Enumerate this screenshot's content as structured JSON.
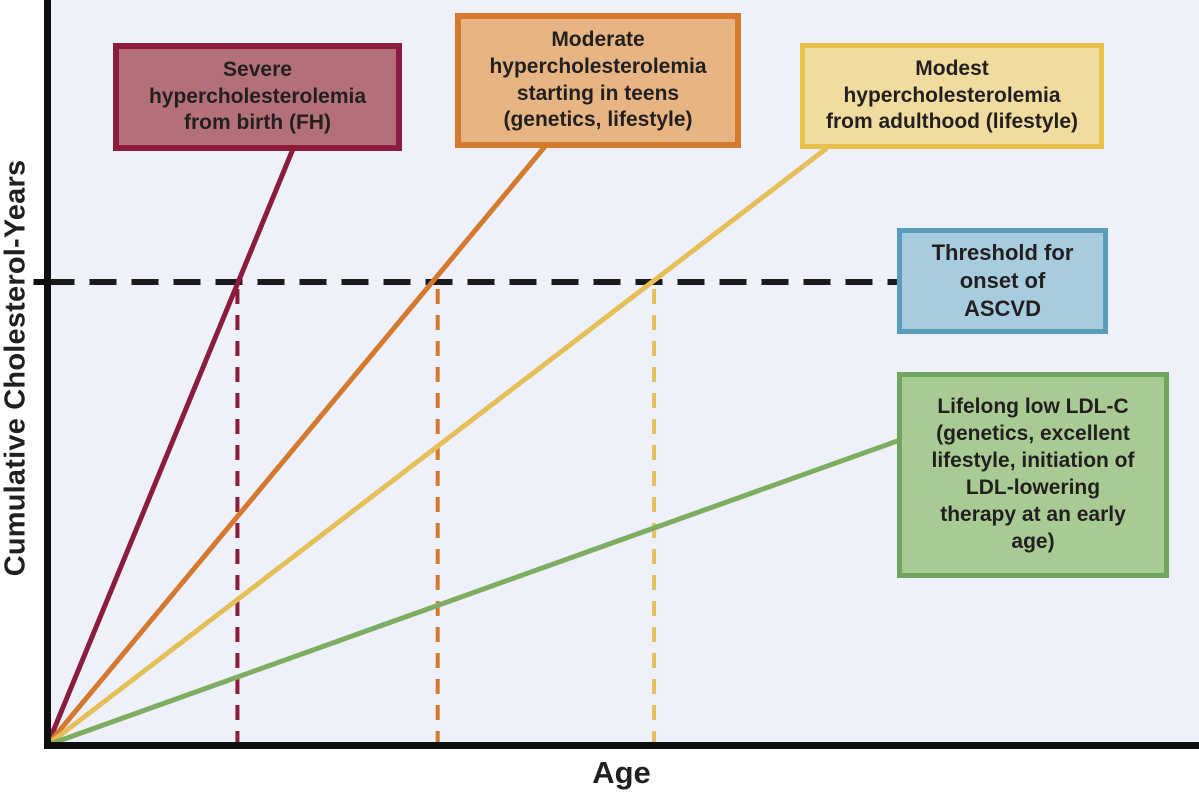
{
  "figure": {
    "x_axis_label": "Age",
    "y_axis_label": "Cumulative Cholesterol-Years",
    "plot_background": "#EEF1F9",
    "axis_color": "#0e0e0e",
    "text_color": "#231F20"
  },
  "callouts": {
    "severe": {
      "text": "Severe\nhypercholesterolemia\nfrom birth (FH)",
      "fill": "#B47079",
      "border": "#8B1C3B"
    },
    "moderate": {
      "text": "Moderate\nhypercholesterolemia\nstarting in teens\n(genetics, lifestyle)",
      "fill": "#E6B583",
      "border": "#D4792D"
    },
    "modest": {
      "text": "Modest\nhypercholesterolemia\nfrom adulthood (lifestyle)",
      "fill": "#F0DC9E",
      "border": "#EAC14D"
    },
    "threshold": {
      "text": "Threshold for\nonset of\nASCVD",
      "fill": "#A6CCDD",
      "border": "#589DB9"
    },
    "lifelong": {
      "text": "Lifelong low LDL-C\n(genetics, excellent\nlifestyle, initiation of\nLDL-lowering\ntherapy at an early\nage)",
      "fill": "#A8CB93",
      "border": "#70A55D"
    }
  },
  "chart_data": {
    "type": "line",
    "title": "",
    "xlabel": "Age",
    "ylabel": "Cumulative Cholesterol-Years",
    "axes_numeric": false,
    "note": "Schematic chart: no numeric tick labels; coordinates expressed as fractions of axis length (x: 0-1 of age axis, y: 0-1 of cumulative cholesterol-years axis)",
    "series": [
      {
        "id": "severe",
        "name": "Severe hypercholesterolemia from birth (FH)",
        "color": "#8B1C3B",
        "points_frac": [
          [
            0,
            0
          ],
          [
            0.213,
            0.799
          ]
        ],
        "relative_slope": 3.76,
        "threshold_crossing_x_frac": 0.165
      },
      {
        "id": "moderate",
        "name": "Moderate hypercholesterolemia starting in teens (genetics, lifestyle)",
        "color": "#D4792D",
        "points_frac": [
          [
            0,
            0
          ],
          [
            0.432,
            0.803
          ]
        ],
        "relative_slope": 1.86,
        "threshold_crossing_x_frac": 0.339
      },
      {
        "id": "modest",
        "name": "Modest hypercholesterolemia from adulthood (lifestyle)",
        "color": "#E5C05A",
        "points_frac": [
          [
            0,
            0
          ],
          [
            0.677,
            0.801
          ]
        ],
        "relative_slope": 1.18,
        "threshold_crossing_x_frac": 0.527
      },
      {
        "id": "lifelong",
        "name": "Lifelong low LDL-C (genetics, excellent lifestyle, initiation of LDL-lowering therapy at an early age)",
        "color": "#7EAC60",
        "points_frac": [
          [
            0,
            0
          ],
          [
            0.74,
            0.409
          ]
        ],
        "relative_slope": 0.55,
        "threshold_crossing_x_frac": null
      }
    ],
    "threshold_line": {
      "label": "Threshold for onset of ASCVD",
      "y_frac": 0.6215,
      "x_start_frac": 0,
      "x_end_frac": 0.738,
      "color": "#1A1A1A",
      "style": "dashed"
    },
    "drop_lines": [
      {
        "series": "severe",
        "x_frac": 0.165,
        "color": "#8B1C3B"
      },
      {
        "series": "moderate",
        "x_frac": 0.339,
        "color": "#D4792D"
      },
      {
        "series": "modest",
        "x_frac": 0.527,
        "color": "#E5C05A"
      }
    ],
    "legend": "none"
  }
}
